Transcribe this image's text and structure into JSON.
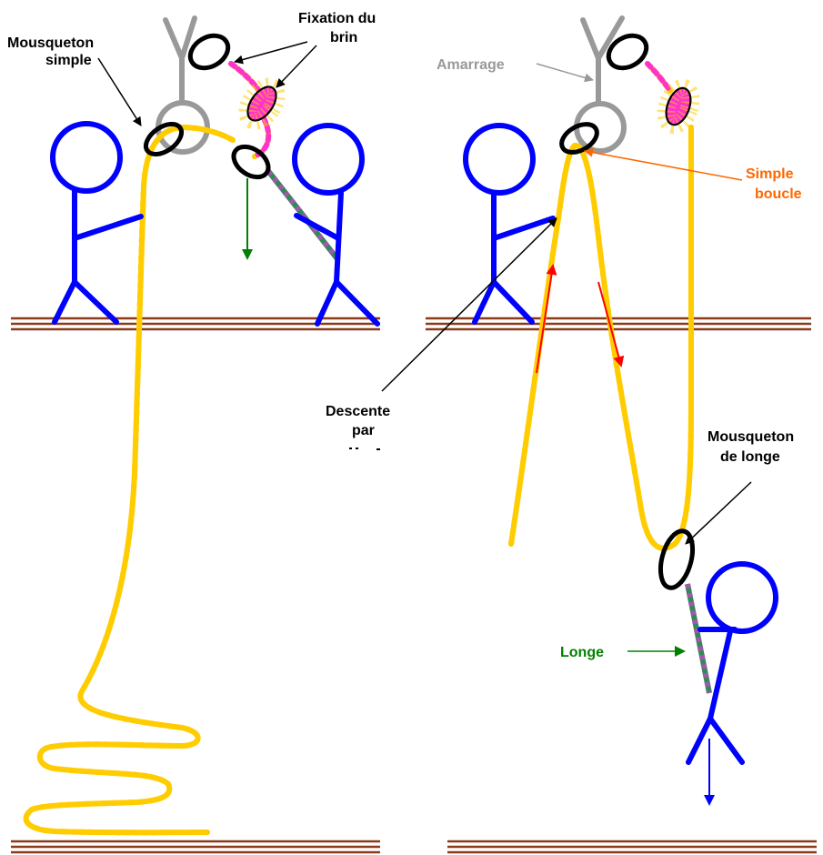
{
  "labels": {
    "mousqueton_simple_1": "Mousqueton",
    "mousqueton_simple_2": "simple",
    "fixation_1": "Fixation du",
    "fixation_2": "brin",
    "amarrage": "Amarrage",
    "simple_boucle_1": "Simple",
    "simple_boucle_2": "boucle",
    "descente_1": "Descente",
    "descente_2": "par",
    "mousqueton_longe_1": "Mousqueton",
    "mousqueton_longe_2": "de longe",
    "longe": "Longe"
  },
  "colors": {
    "stick_figure": "#0000ff",
    "rope_a": "#ff33cc",
    "rope_b": "#ffcc00",
    "longe_a": "#2e8b57",
    "longe_b": "#9c5aa8",
    "carabiner": "#000000",
    "anchor": "#999999",
    "floor": "#8b3a1a",
    "arrow_green": "#008000",
    "arrow_red": "#ff0000",
    "arrow_blue": "#0000ff",
    "label_black": "#000000",
    "label_grey": "#999999",
    "label_orange": "#ff6600",
    "label_green": "#008000"
  }
}
